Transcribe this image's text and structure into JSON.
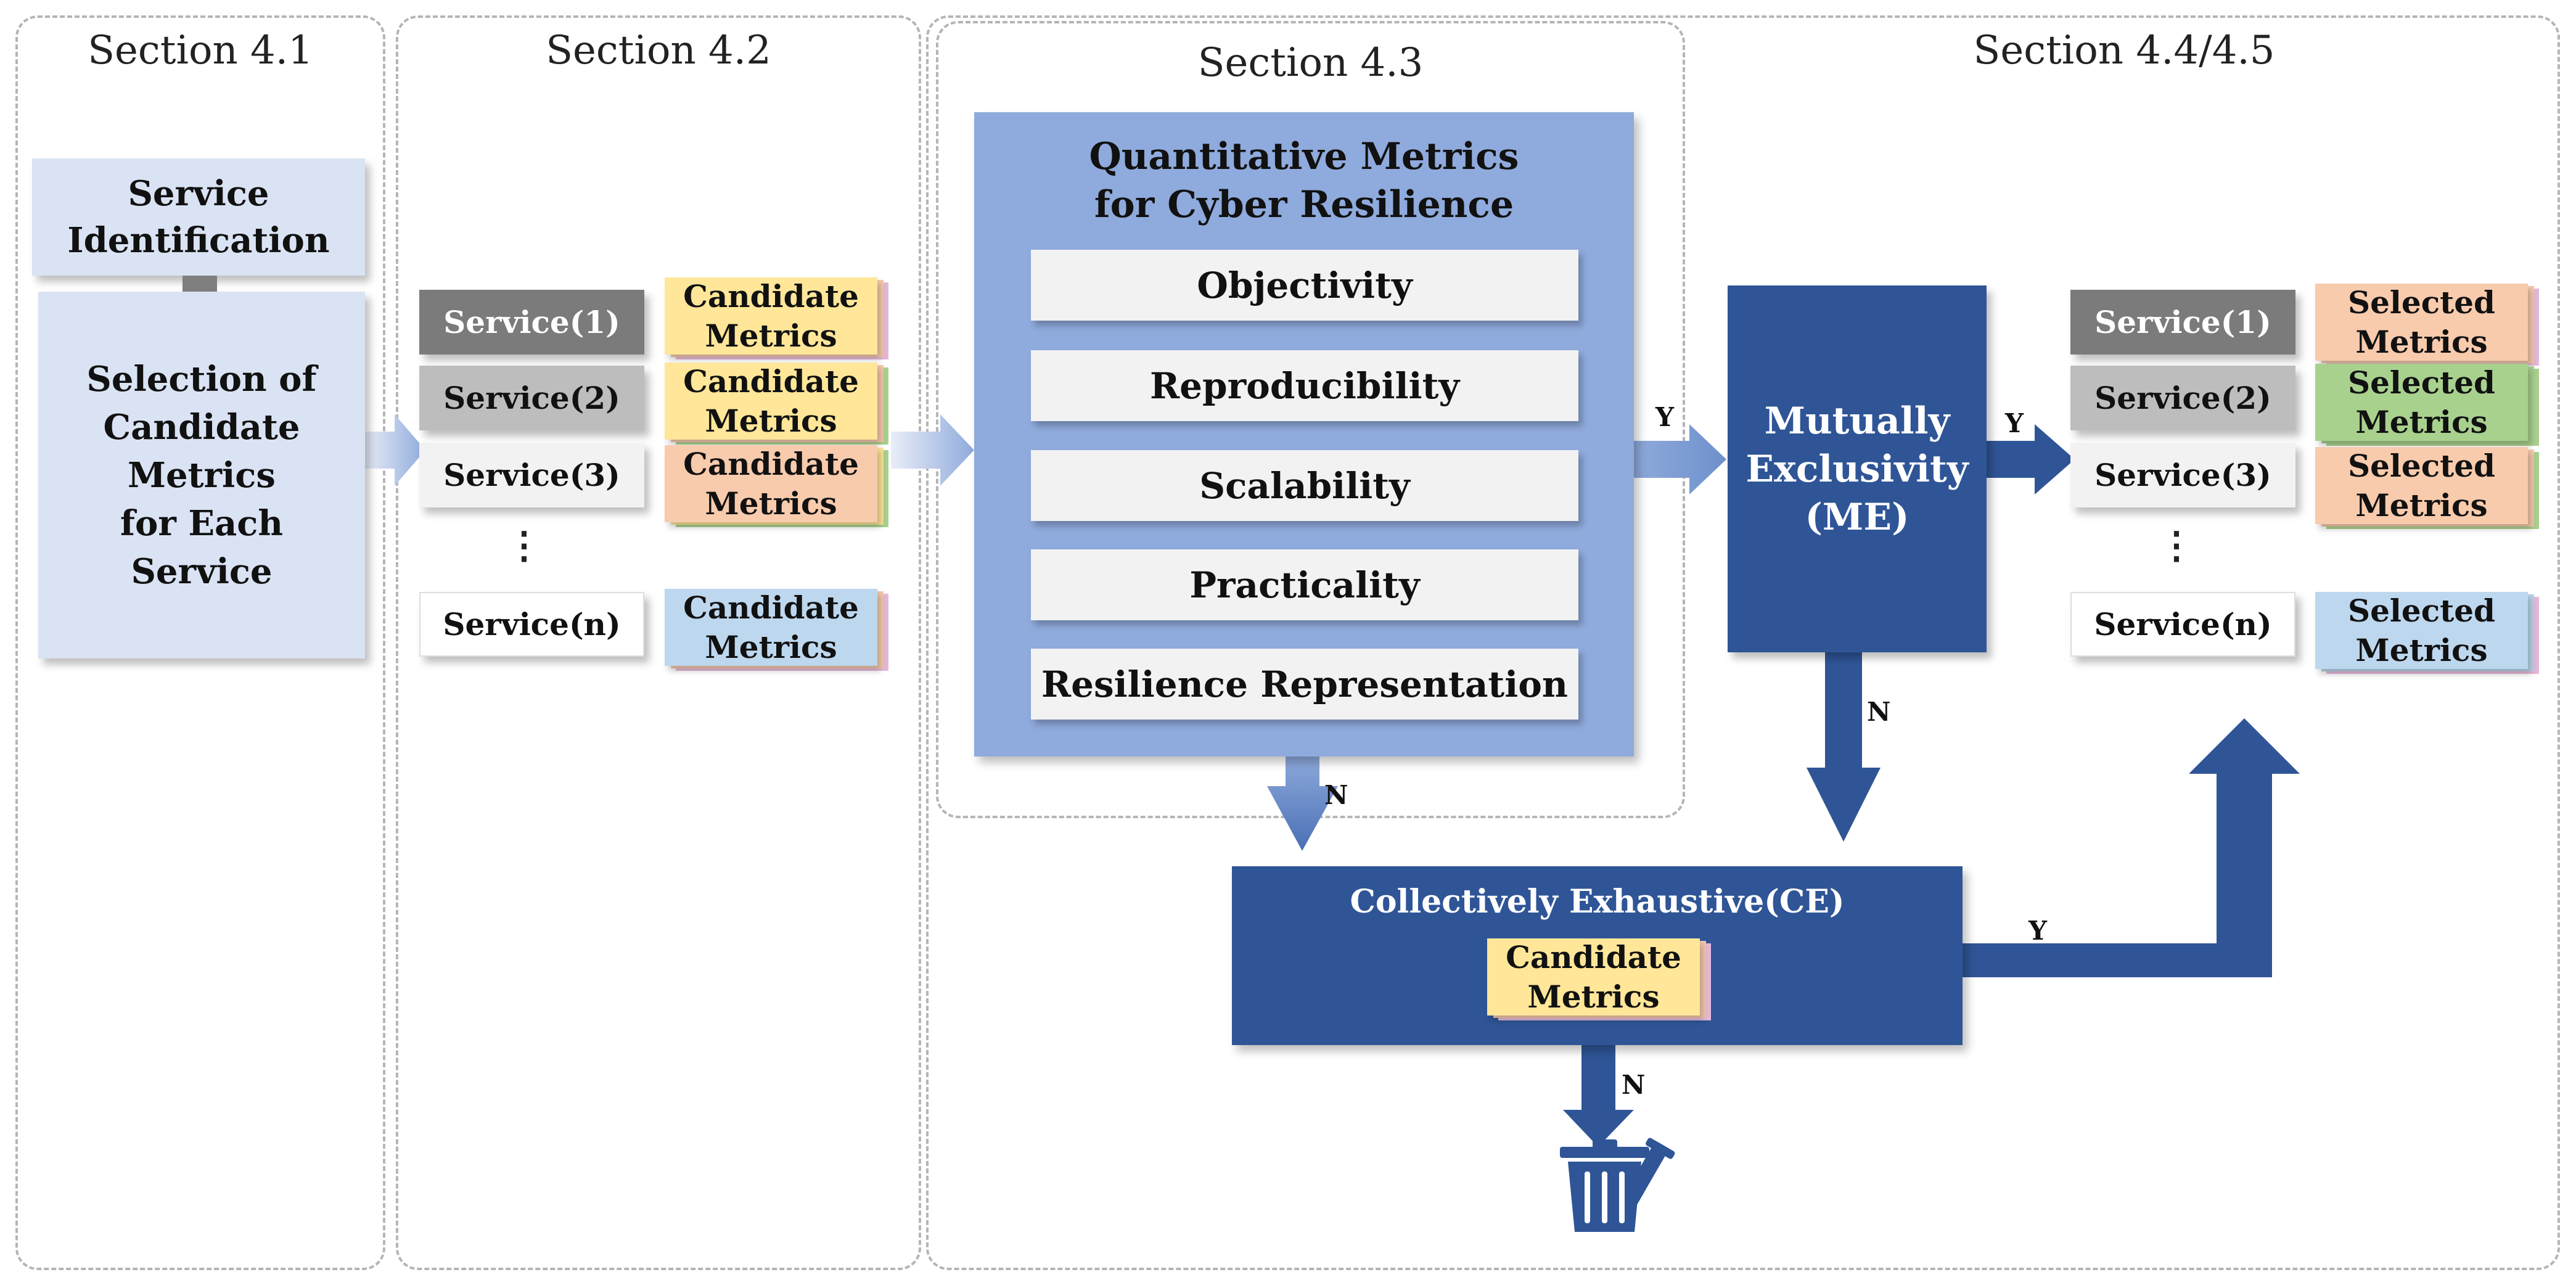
{
  "sections": {
    "s41": "Section 4.1",
    "s42": "Section 4.2",
    "s43": "Section 4.3",
    "s445": "Section 4.4/4.5"
  },
  "section41": {
    "service_identification": "Service Identification",
    "selection_lines": [
      "Selection of",
      "Candidate",
      "Metrics",
      "for Each",
      "Service"
    ]
  },
  "section42": {
    "services": [
      "Service(1)",
      "Service(2)",
      "Service(3)",
      "Service(n)"
    ],
    "ellipsis": "⋮",
    "candidate_label": [
      "Candidate",
      "Metrics"
    ]
  },
  "section43": {
    "title_lines": [
      "Quantitative Metrics",
      "for Cyber Resilience"
    ],
    "criteria": [
      "Objectivity",
      "Reproducibility",
      "Scalability",
      "Practicality",
      "Resilience Representation"
    ]
  },
  "me_box": {
    "lines": [
      "Mutually",
      "Exclusivity",
      "(ME)"
    ]
  },
  "ce_box": {
    "title": "Collectively Exhaustive(CE)",
    "candidate_label": [
      "Candidate",
      "Metrics"
    ]
  },
  "section445": {
    "services": [
      "Service(1)",
      "Service(2)",
      "Service(3)",
      "Service(n)"
    ],
    "ellipsis": "⋮",
    "selected_label": [
      "Selected",
      "Metrics"
    ]
  },
  "flow_labels": {
    "y_quant_to_me": "Y",
    "y_me_to_selected": "Y",
    "n_me_to_ce": "N",
    "n_quant_to_ce": "N",
    "y_ce_to_selected": "Y",
    "n_ce_to_trash": "N"
  },
  "colors": {
    "light_blue": "#dae3f3",
    "mid_blue": "#8faadc",
    "dark_blue": "#2f5597",
    "yellow": "#ffe699",
    "orange": "#f8cbad",
    "green": "#a9d18e",
    "pale_blue": "#bdd7ee",
    "pink": "#e6b8d8"
  },
  "icons": {
    "trash": "trash-can-icon"
  }
}
